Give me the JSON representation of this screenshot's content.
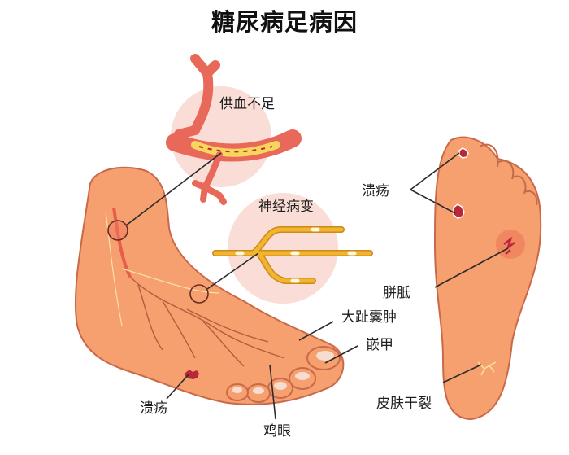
{
  "title": "糖尿病足病因",
  "colors": {
    "skin": "#f5a06e",
    "skin_outline": "#c9694a",
    "vessel": "#e8695a",
    "nerve": "#f2b431",
    "bubble": "#f9ddd6",
    "ulcer": "#b8273a",
    "leader_line": "#2b2b2b"
  },
  "illustrations": [
    {
      "id": "side-view-foot",
      "description": "Side view of foot with veins"
    },
    {
      "id": "blood-vessel-inset",
      "description": "Blocked artery in pink bubble"
    },
    {
      "id": "nerve-inset",
      "description": "Damaged nerve fibers in pink bubble"
    },
    {
      "id": "sole-view-foot",
      "description": "Sole of foot with lesions"
    }
  ],
  "labels": {
    "ischemia": "供血不足",
    "neuropathy": "神经病变",
    "ulcer_side": "溃疡",
    "corn": "鸡眼",
    "bunion": "大趾囊肿",
    "ingrown_nail": "嵌甲",
    "ulcer_sole": "溃疡",
    "callus": "胼胝",
    "dry_cracked_skin": "皮肤干裂"
  }
}
